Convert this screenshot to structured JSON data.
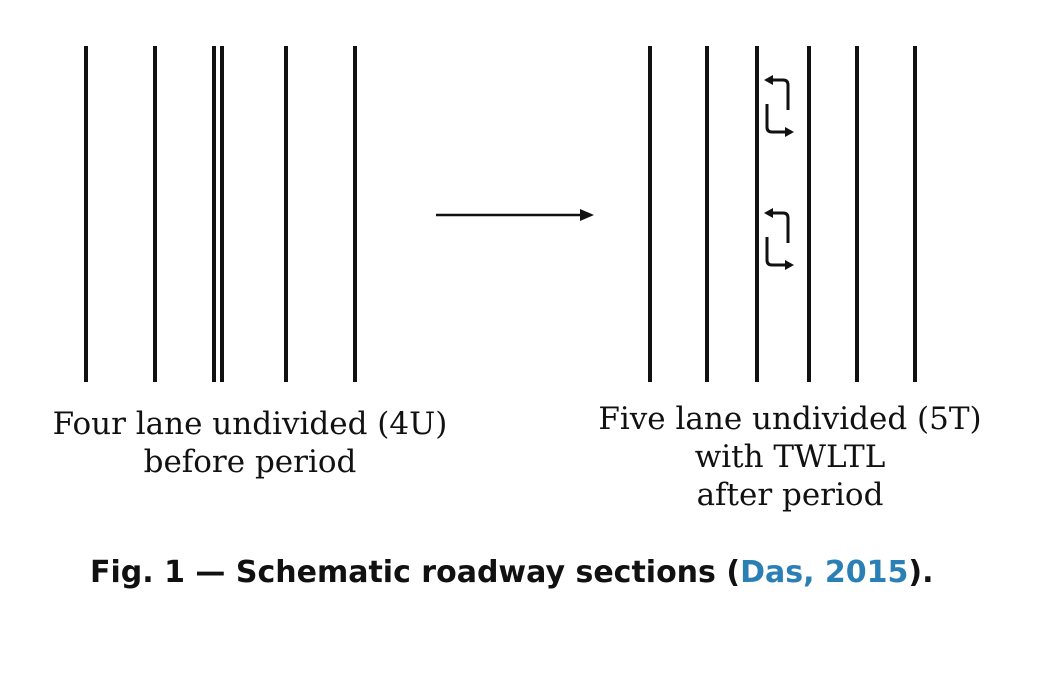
{
  "before": {
    "label_line1": "Four lane undivided (4U)",
    "label_line2": "before period"
  },
  "after": {
    "label_line1": "Five lane undivided (5T)",
    "label_line2": "with TWLTL",
    "label_line3": "after period"
  },
  "caption": {
    "prefix": "Fig. 1 — Schematic roadway sections (",
    "citation": "Das, 2015",
    "suffix": ")."
  },
  "colors": {
    "line": "#111111",
    "citation": "#2a7fb5"
  },
  "icons": {
    "transition": "arrow-right-icon",
    "turn": "two-way-left-turn-icon"
  }
}
